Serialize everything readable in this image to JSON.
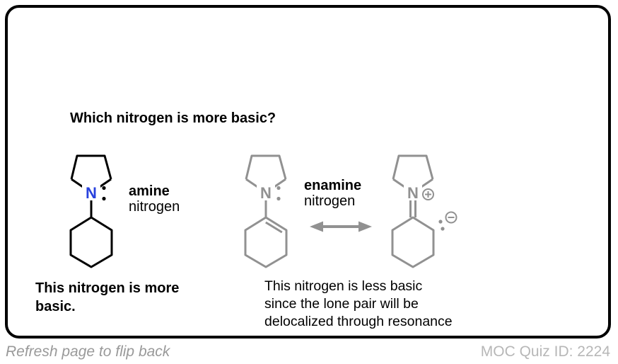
{
  "question": "Which nitrogen is more basic?",
  "amine": {
    "atom": "N",
    "label_bold": "amine",
    "label_line2": "nitrogen",
    "answer_lines": [
      "This nitrogen is more",
      "basic."
    ]
  },
  "enamine": {
    "atom": "N",
    "label_bold": "enamine",
    "label_line2": "nitrogen",
    "explanation_lines": [
      "This nitrogen is less basic",
      "since the lone pair will be",
      "delocalized through resonance"
    ]
  },
  "resonance_form": {
    "atom": "N",
    "plus_charge": "circled-plus",
    "minus_charge": "circled-minus"
  },
  "icons": {
    "resonance_arrow": "double-headed-arrow",
    "amine_lone_pair": "two-dots",
    "enamine_lone_pair": "two-dots",
    "carbanion_lone_pair": "two-dots"
  },
  "footer": {
    "flip_hint": "Refresh page to flip back",
    "quiz_id": "MOC Quiz ID: 2224"
  },
  "colors": {
    "card_border": "#000000",
    "structure_black": "#000000",
    "nitrogen_blue": "#2841dd",
    "structure_gray": "#919191",
    "flip_hint_gray": "#999999",
    "quiz_id_gray": "#b7b7b7"
  }
}
